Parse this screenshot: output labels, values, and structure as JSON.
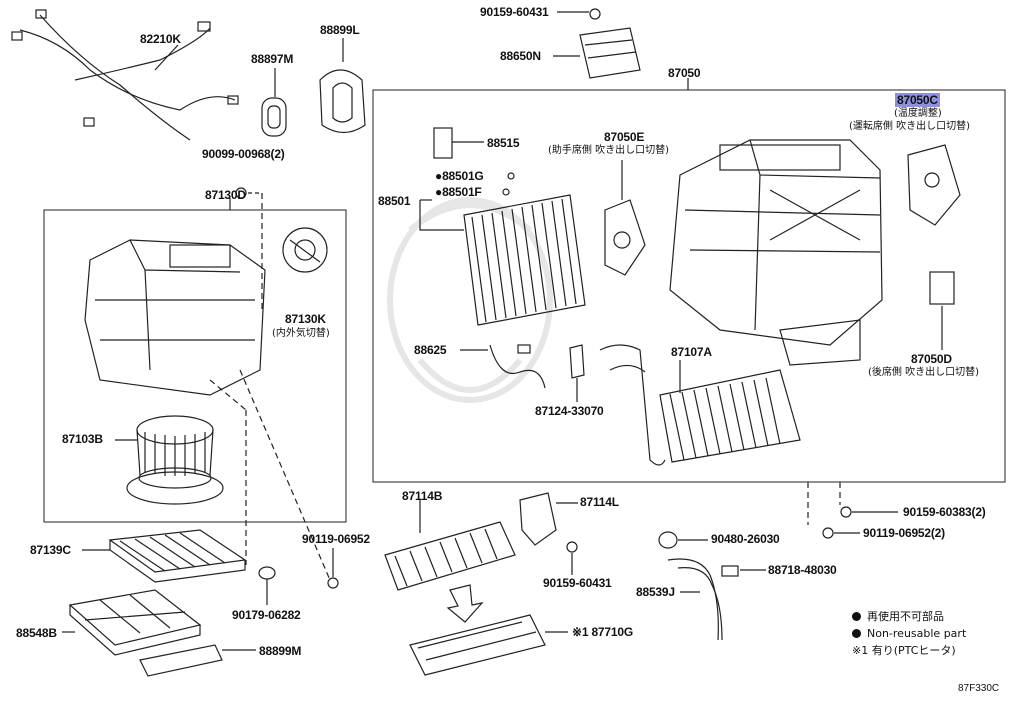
{
  "parts": {
    "p82210K": "82210K",
    "p88897M": "88897M",
    "p88899L": "88899L",
    "p90159_60431_top": "90159-60431",
    "p88650N": "88650N",
    "p87050": "87050",
    "p87050C": "87050C",
    "p87050C_sub1": "(温度調整)",
    "p87050C_sub2": "(運転席側 吹き出し口切替)",
    "p90099_00968": "90099-00968(2)",
    "p87130D": "87130D",
    "p88515": "88515",
    "p87050E": "87050E",
    "p87050E_sub": "(助手席側 吹き出し口切替)",
    "p88501G": "88501G",
    "p88501F": "88501F",
    "p88501": "88501",
    "p87130K": "87130K",
    "p87130K_sub": "(内外気切替)",
    "p88625": "88625",
    "p87107A": "87107A",
    "p87050D": "87050D",
    "p87050D_sub": "(後席側 吹き出し口切替)",
    "p87124_33070": "87124-33070",
    "p87103B": "87103B",
    "p87114B": "87114B",
    "p87114L": "87114L",
    "p90159_60383": "90159-60383(2)",
    "p90119_06952_left": "90119-06952",
    "p90119_06952_right": "90119-06952(2)",
    "p90480_26030": "90480-26030",
    "p88718_48030": "88718-48030",
    "p87139C": "87139C",
    "p90159_60431_mid": "90159-60431",
    "p88539J": "88539J",
    "p90179_06282": "90179-06282",
    "p88548B": "88548B",
    "p87710G": "※1 87710G",
    "p88899M": "88899M"
  },
  "legend": {
    "line1": "再使用不可部品",
    "line2": "Non-reusable part",
    "line3": "※1 有り(PTCヒータ)"
  },
  "figure_code": "87F330C",
  "colors": {
    "highlight": "#8f8fe0",
    "ink": "#111111"
  }
}
